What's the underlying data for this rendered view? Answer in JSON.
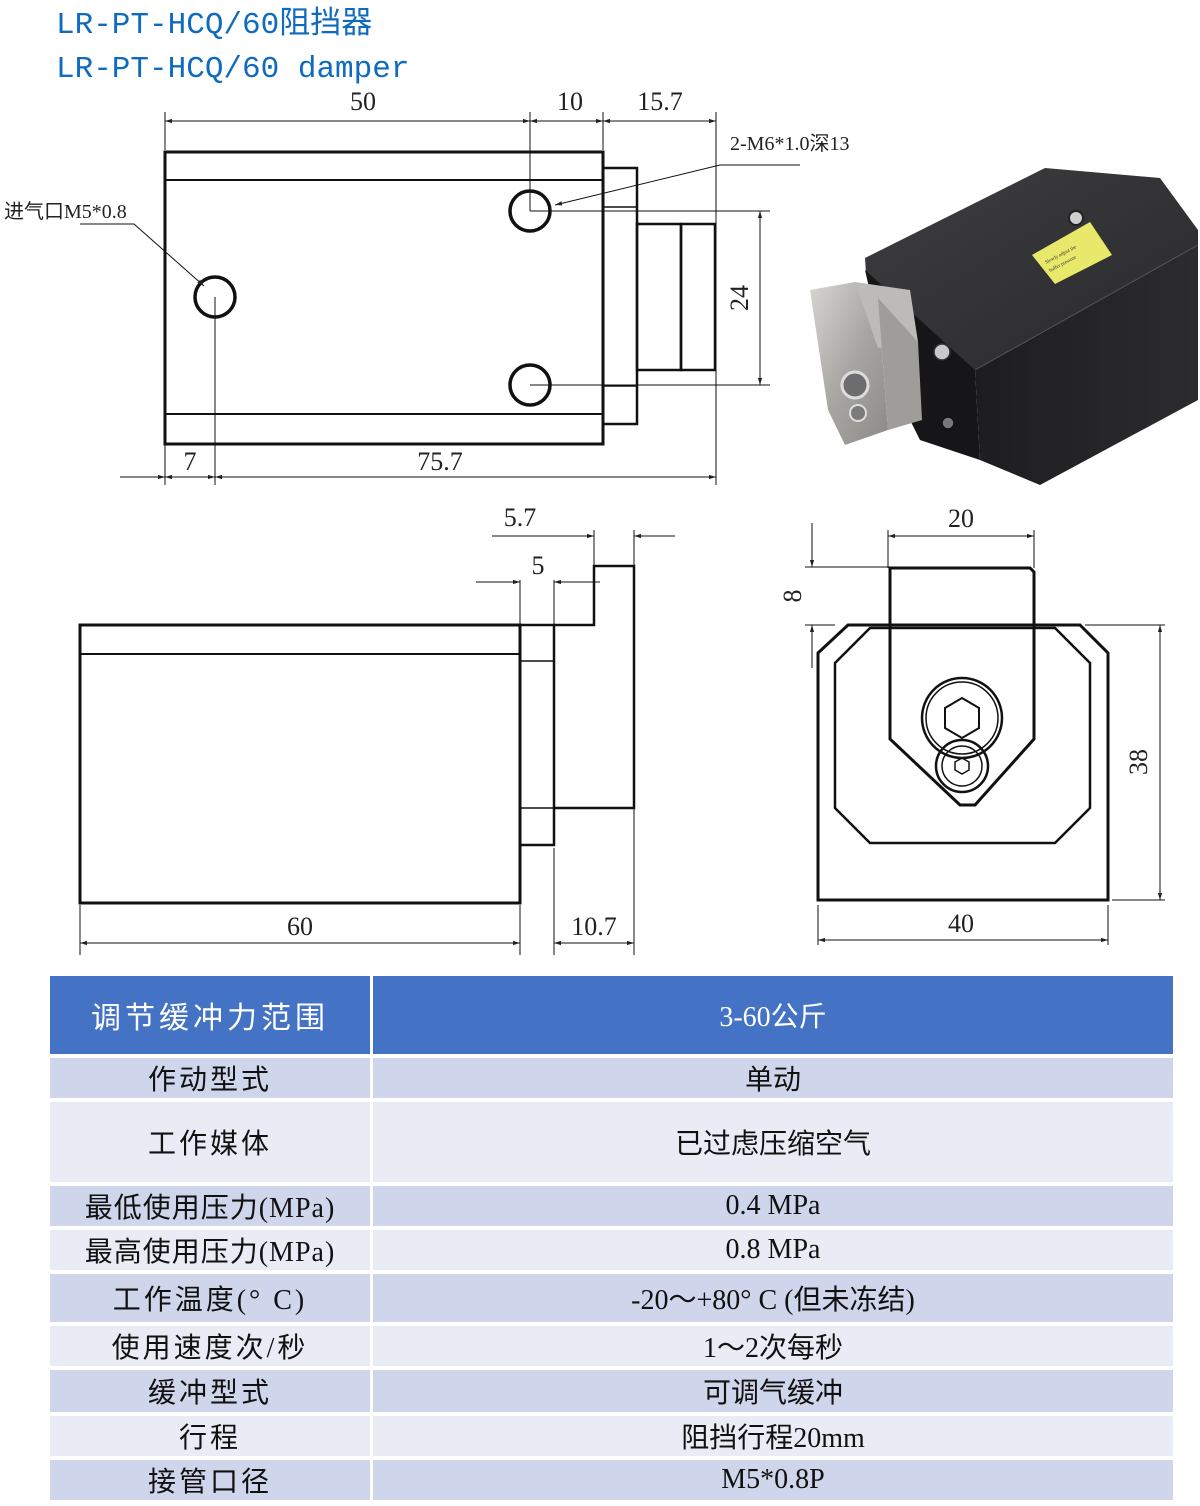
{
  "header": {
    "title_cn": "LR-PT-HCQ/60阻挡器",
    "title_en": "LR-PT-HCQ/60 damper"
  },
  "top_view": {
    "dims": {
      "d50": "50",
      "d10": "10",
      "d15_7": "15.7",
      "d24": "24",
      "d7": "7",
      "d75_7": "75.7"
    },
    "notes": {
      "air_inlet": "进气口M5*0.8",
      "mount_holes": "2-M6*1.0深13"
    }
  },
  "side_view": {
    "dims": {
      "d5_7": "5.7",
      "d5": "5",
      "d60": "60",
      "d10_7": "10.7"
    }
  },
  "front_view": {
    "dims": {
      "d20": "20",
      "d8": "8",
      "d38": "38",
      "d40": "40"
    }
  },
  "photo": {
    "label_text_1": "Slowly adjust the",
    "label_text_2": "buffer pressure"
  },
  "colors": {
    "title": "#0f6bbf",
    "table_header": "#4472c4",
    "row_dark": "#cfd5ea",
    "row_light": "#e9ebf5"
  },
  "spec_table": {
    "header": {
      "key": "调节缓冲力范围",
      "value": "3-60公斤"
    },
    "rows": [
      {
        "key": "作动型式",
        "value": "单动"
      },
      {
        "key": "工作媒体",
        "value": "已过虑压缩空气"
      },
      {
        "key": "最低使用压力(MPa)",
        "value": "0.4 MPa"
      },
      {
        "key": "最高使用压力(MPa)",
        "value": "0.8 MPa"
      },
      {
        "key": "工作温度(° C)",
        "value": "-20～+80° C (但未冻结)"
      },
      {
        "key": "使用速度次/秒",
        "value": "1～2次每秒"
      },
      {
        "key": "缓冲型式",
        "value": "可调气缓冲"
      },
      {
        "key": "行程",
        "value": "阻挡行程20mm"
      },
      {
        "key": "接管口径",
        "value": "M5*0.8P"
      }
    ]
  }
}
